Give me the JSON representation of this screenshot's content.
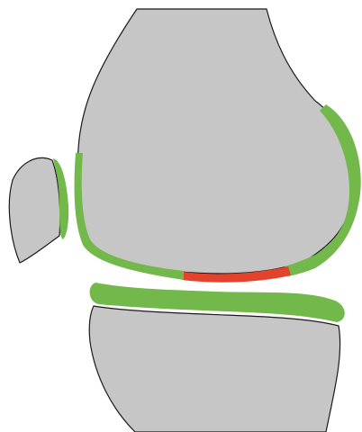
{
  "colors": {
    "background": "#ffffff",
    "bone": "#c6c6c6",
    "bone_outline": "#1a1a1a",
    "cartilage_healthy": "#73b84b",
    "cartilage_damaged": "#e3432c"
  },
  "parts": [
    {
      "id": "femur",
      "kind": "bone"
    },
    {
      "id": "patella",
      "kind": "bone"
    },
    {
      "id": "tibia",
      "kind": "bone"
    },
    {
      "id": "femoral-cartilage",
      "kind": "cartilage",
      "state": "healthy"
    },
    {
      "id": "femoral-cartilage-lesion",
      "kind": "cartilage",
      "state": "damaged"
    },
    {
      "id": "patellar-cartilage",
      "kind": "cartilage",
      "state": "healthy"
    },
    {
      "id": "tibial-cartilage",
      "kind": "cartilage",
      "state": "healthy"
    }
  ]
}
